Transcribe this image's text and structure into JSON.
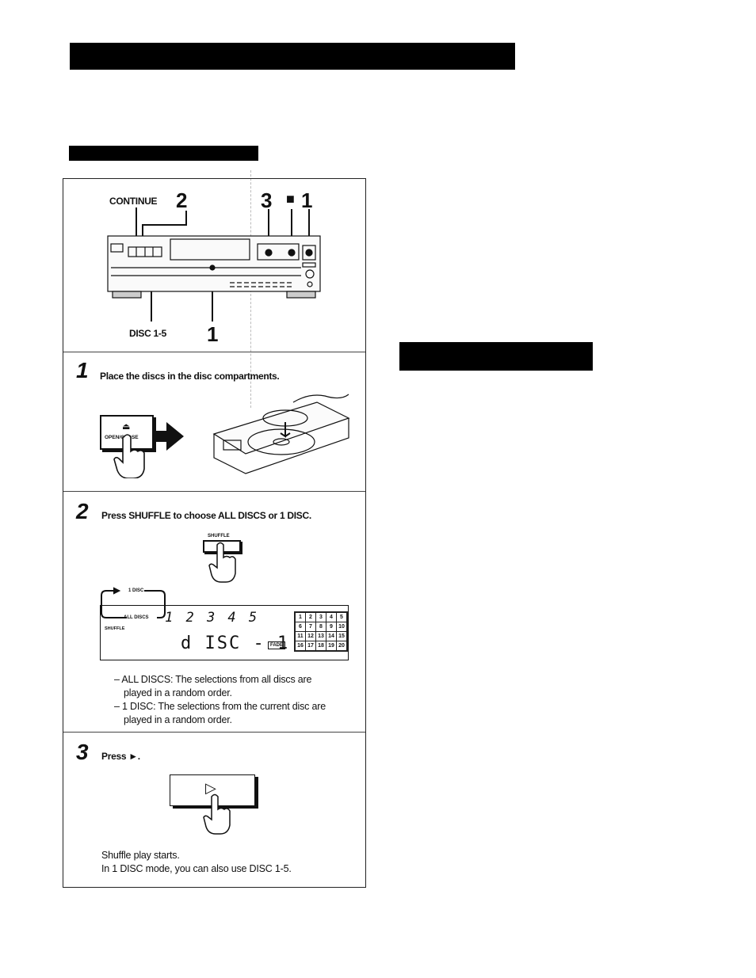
{
  "diagram": {
    "labels": {
      "continue": "CONTINUE",
      "num_continue": "2",
      "num_3": "3",
      "num_stop": "■",
      "num_1_top": "1",
      "disc15": "DISC 1-5",
      "num_1_bottom": "1"
    }
  },
  "steps": [
    {
      "num": "1",
      "text": "Place the discs in the disc compartments.",
      "button": "OPEN/CLOSE"
    },
    {
      "num": "2",
      "text": "Press SHUFFLE to choose ALL DISCS or 1 DISC.",
      "button": "SHUFFLE",
      "cycle": {
        "one_disc": "1 DISC",
        "all_discs": "ALL DISCS"
      },
      "display": {
        "label": "SHUFFLE",
        "discs": "1 2 3 4 5",
        "readout": "d ISC - 1",
        "fade": "FADE",
        "tracks": [
          "1",
          "2",
          "3",
          "4",
          "5",
          "6",
          "7",
          "8",
          "9",
          "10",
          "11",
          "12",
          "13",
          "14",
          "15",
          "16",
          "17",
          "18",
          "19",
          "20"
        ]
      },
      "notes": [
        "– ALL DISCS: The selections from all discs are",
        "played in a random order.",
        "– 1 DISC: The selections from the current disc are",
        "played in a random order."
      ]
    },
    {
      "num": "3",
      "text": "Press ►.",
      "button_symbol": "▷",
      "notes": [
        "Shuffle play starts.",
        "In 1 DISC mode, you can also use DISC 1-5."
      ]
    }
  ],
  "colors": {
    "ink": "#111111",
    "bar": "#000000",
    "paper": "#ffffff"
  }
}
